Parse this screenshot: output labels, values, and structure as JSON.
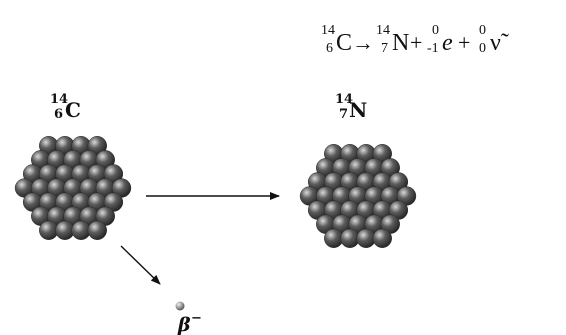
{
  "equation": {
    "parent": {
      "mass": "14",
      "atomic": "6",
      "symbol": "C"
    },
    "arrow": "→",
    "daughter": {
      "mass": "14",
      "atomic": "7",
      "symbol": "N"
    },
    "plus1": "+",
    "electron": {
      "mass": "0",
      "atomic": "-1",
      "symbol": "e"
    },
    "plus2": "+",
    "antineutrino": {
      "mass": "0",
      "atomic": "0",
      "symbol": "ν̃"
    }
  },
  "labels": {
    "parent_nucleus": {
      "mass": "14",
      "atomic": "6",
      "symbol": "C"
    },
    "daughter_nucleus": {
      "mass": "14",
      "atomic": "7",
      "symbol": "N"
    },
    "beta": {
      "symbol": "β",
      "charge": "−"
    }
  },
  "colors": {
    "nucleon": "#5c5c5c",
    "nucleon_highlight": "#d9d9d9",
    "nucleon_shadow": "#262626",
    "electron": "#9a9a9a",
    "ink": "#111111"
  }
}
